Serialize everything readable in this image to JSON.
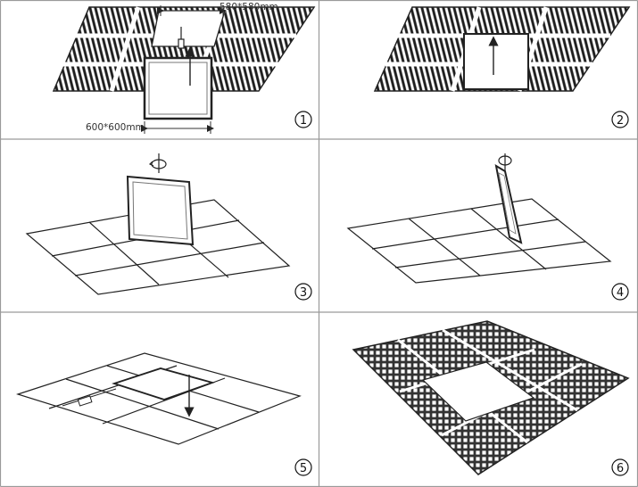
{
  "steps": [
    {
      "number": "1"
    },
    {
      "number": "2"
    },
    {
      "number": "3"
    },
    {
      "number": "4"
    },
    {
      "number": "5"
    },
    {
      "number": "6"
    }
  ],
  "dimensions": {
    "opening": "580*580mm",
    "panel": "600*600mm"
  },
  "colors": {
    "line": "#222222",
    "background": "#ffffff"
  }
}
